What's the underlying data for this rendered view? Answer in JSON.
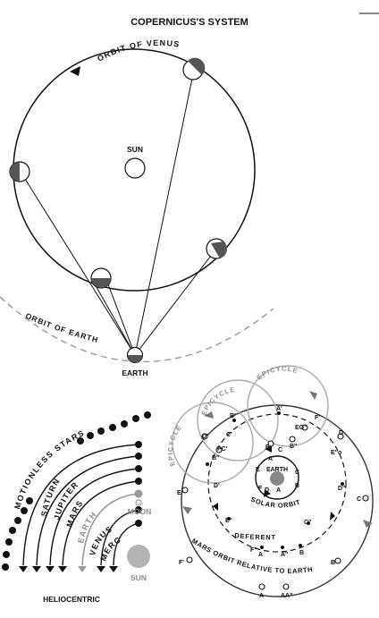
{
  "title": "COPERNICUS'S SYSTEM",
  "top": {
    "venus_orbit_label": "ORBIT OF VENUS",
    "earth_orbit_label": "ORBIT OF EARTH",
    "sun_label": "SUN",
    "earth_label": "EARTH"
  },
  "heliocentric": {
    "caption": "HELIOCENTRIC",
    "stars_label": "MOTIONLESS STARS",
    "saturn": "SATURN",
    "jupiter": "JUPITER",
    "mars": "MARS",
    "earth": "EARTH",
    "venus": "VENUS",
    "mercury": "MERCURY",
    "moon": "MOON",
    "sun": "SUN"
  },
  "epicycle": {
    "epicycle_label": "EPICYCLE",
    "deferent_label": "DEFERENT",
    "solar_orbit_label": "SOLAR ORBIT",
    "earth_label": "EARTH",
    "mars_orbit_label": "MARS ORBIT RELATIVE TO EARTH",
    "points": [
      "A",
      "A'",
      "A\"",
      "AA\"",
      "B",
      "B'",
      "B\"",
      "B’",
      "C",
      "C'",
      "C\"",
      "D",
      "D'",
      "D\"",
      "E",
      "E'",
      "E\"",
      "F",
      "F'",
      "F\"",
      "AA'"
    ]
  },
  "colors": {
    "ink": "#111111",
    "gray": "#8c8c8c",
    "light": "#a8a8a8",
    "sun_gray": "#b3b3b3"
  }
}
